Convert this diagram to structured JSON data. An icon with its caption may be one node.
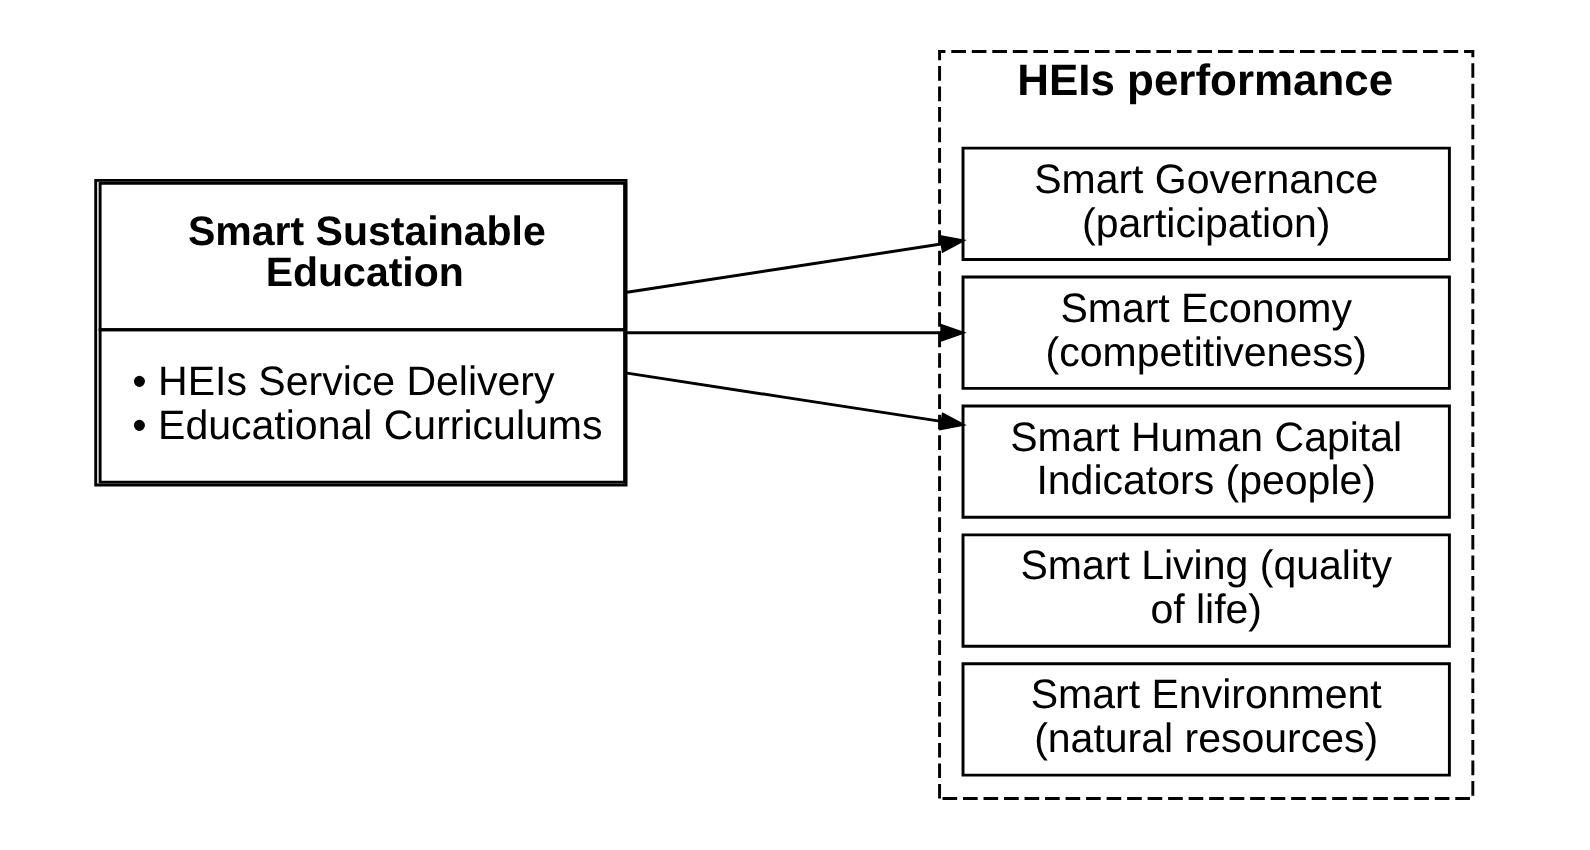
{
  "diagram": {
    "nodes": [
      {
        "text": [
          "Smart Sustainable Education",
          "• HEIs Service Delivery",
          "• Educational Curriculums"
        ]
      },
      {
        "text": [
          "HEIs performance"
        ]
      },
      {
        "text": [
          "Smart Governance (participation)"
        ],
        "in": 1
      },
      {
        "text": [
          "Smart Economy (competitiveness)"
        ],
        "in": 1
      },
      {
        "text": [
          "Smart Human Capital Indicators (people)"
        ],
        "in": 1
      },
      {
        "text": [
          "Smart Living (quality of life)"
        ],
        "in": 1
      },
      {
        "text": [
          "Smart Environment (natural resources)"
        ],
        "in": 1
      }
    ],
    "edges": [
      {
        "from": 0,
        "to": 2,
        "arrow": "to"
      },
      {
        "from": 0,
        "to": 3,
        "arrow": "to"
      },
      {
        "from": 0,
        "to": 4,
        "arrow": "to"
      }
    ]
  }
}
